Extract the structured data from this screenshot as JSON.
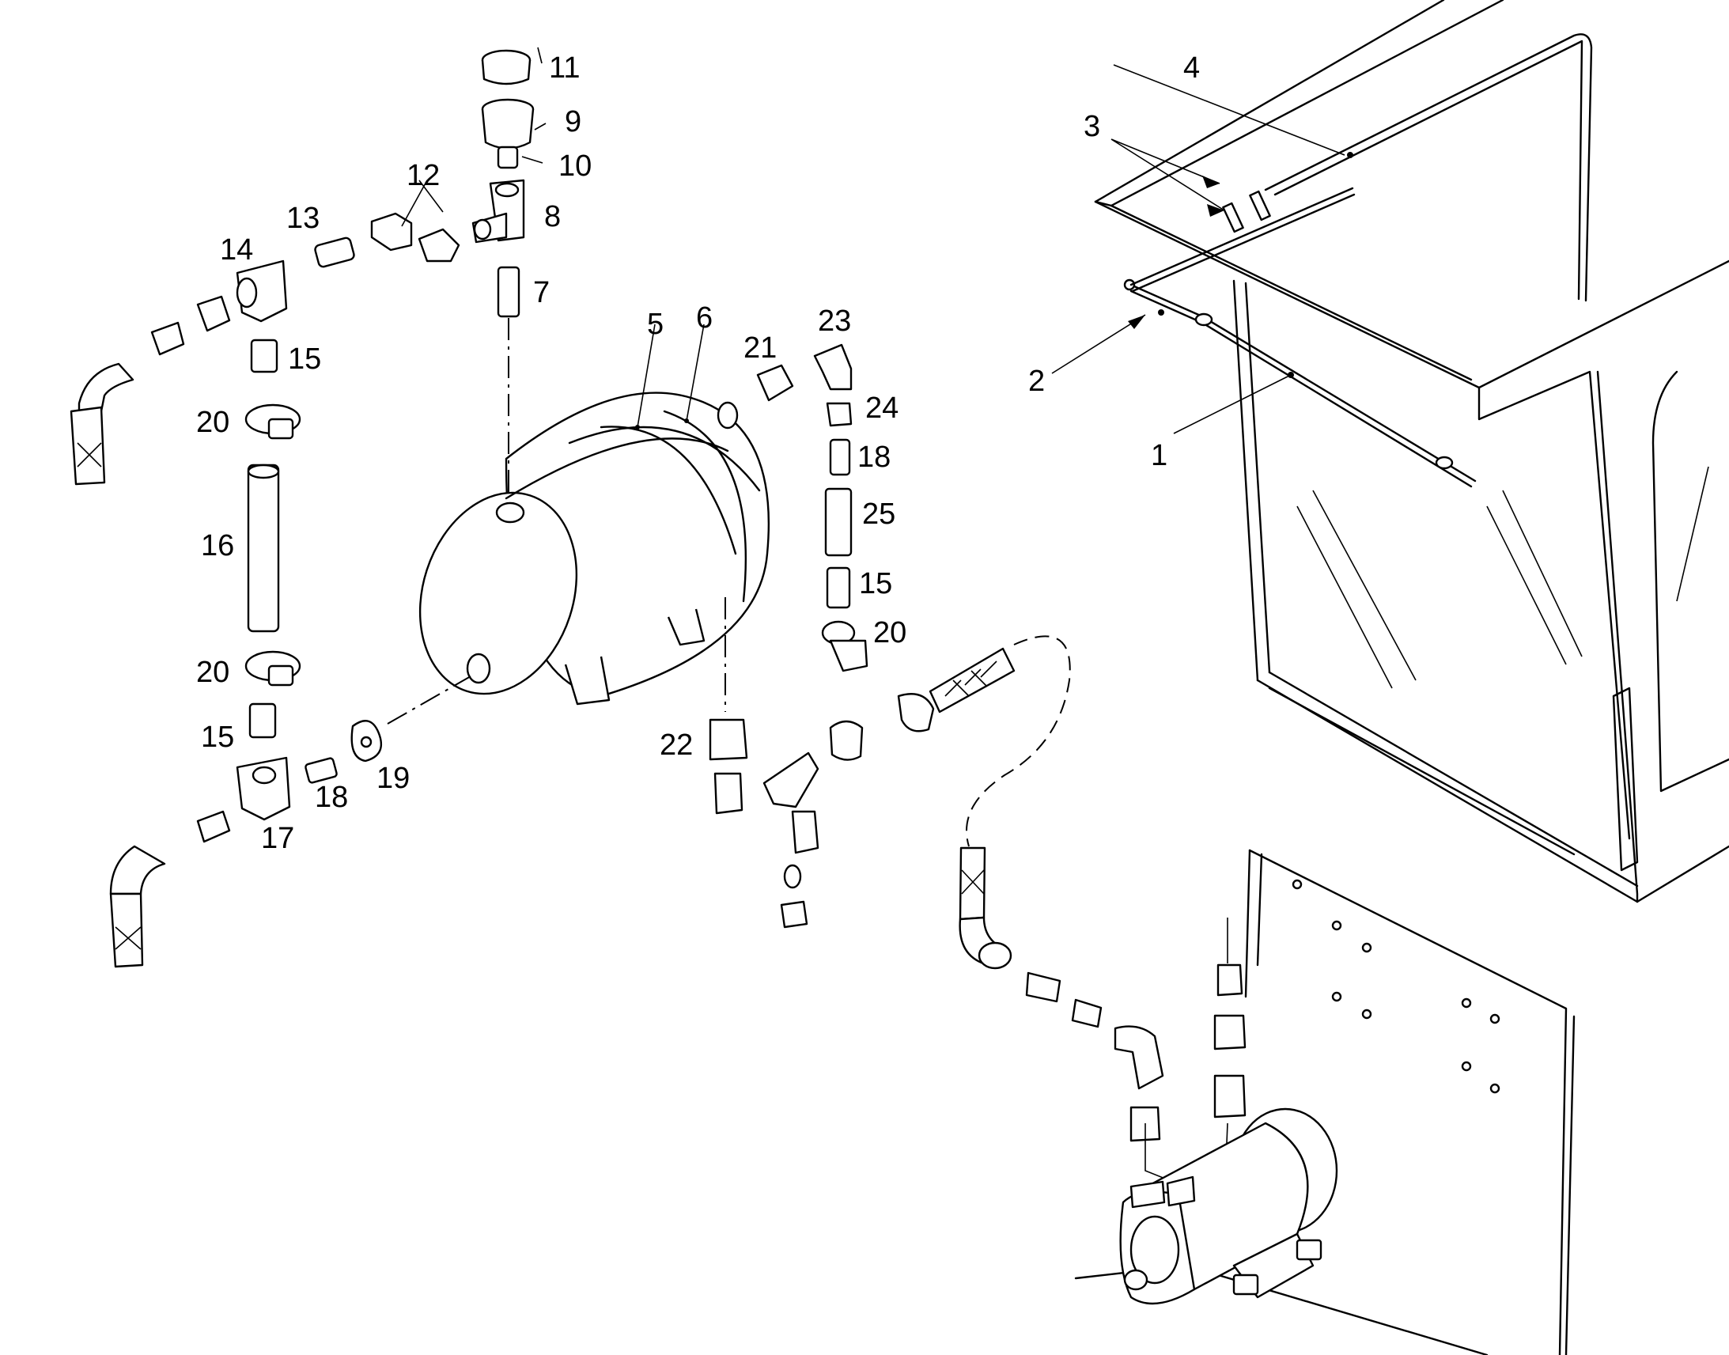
{
  "callouts": [
    "1",
    "2",
    "3",
    "4",
    "5",
    "6",
    "7",
    "8",
    "9",
    "10",
    "11",
    "12",
    "13",
    "14",
    "15",
    "16",
    "17",
    "18",
    "19",
    "20",
    "21",
    "22",
    "23",
    "24",
    "25"
  ]
}
